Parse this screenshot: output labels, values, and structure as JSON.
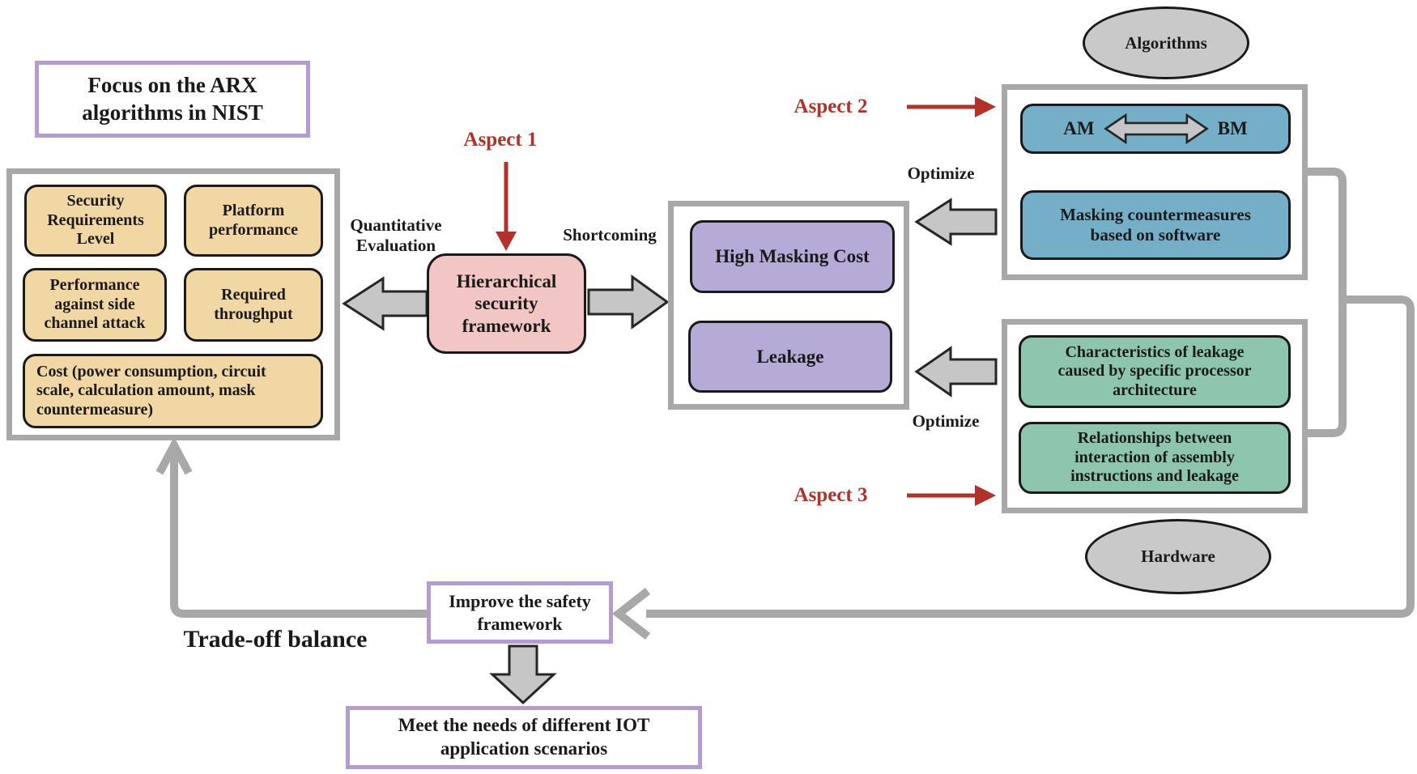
{
  "colors": {
    "accent_red": "#b23128",
    "purple_box_border": "#b49cd2",
    "gray_line": "#a8a8a8",
    "tan_fill": "#f1d7a4",
    "pink_fill": "#f3c6c6",
    "purple_fill": "#b5abd6",
    "blue_fill": "#75afc7",
    "green_fill": "#8dc6ac",
    "ellipse_fill": "#c9c9c9"
  },
  "nodes": {
    "focus": "Focus on the ARX\nalgorithms in NIST",
    "evaluation_cards": [
      "Security\nRequirements\nLevel",
      "Platform\nperformance",
      "Performance\nagainst side\nchannel attack",
      "Required\nthroughput",
      "Cost (power consumption, circuit\nscale, calculation amount, mask\ncountermeasure)"
    ],
    "framework": "Hierarchical\nsecurity\nframework",
    "shortcomings": [
      "High Masking Cost",
      "Leakage"
    ],
    "algorithms_ellipse": "Algorithms",
    "algorithms_items": {
      "am": "AM",
      "bm": "BM",
      "masking": "Masking countermeasures\nbased on software"
    },
    "hardware_items": [
      "Characteristics of leakage\ncaused by specific processor\narchitecture",
      "Relationships between\ninteraction of assembly\ninstructions and leakage"
    ],
    "hardware_ellipse": "Hardware",
    "improve": "Improve the safety\nframework",
    "meet": "Meet the needs of different IOT\napplication scenarios"
  },
  "labels": {
    "aspect1": "Aspect 1",
    "aspect2": "Aspect 2",
    "aspect3": "Aspect 3",
    "quantitative": "Quantitative\nEvaluation",
    "shortcoming": "Shortcoming",
    "optimize_top": "Optimize",
    "optimize_bottom": "Optimize",
    "tradeoff": "Trade-off balance"
  }
}
